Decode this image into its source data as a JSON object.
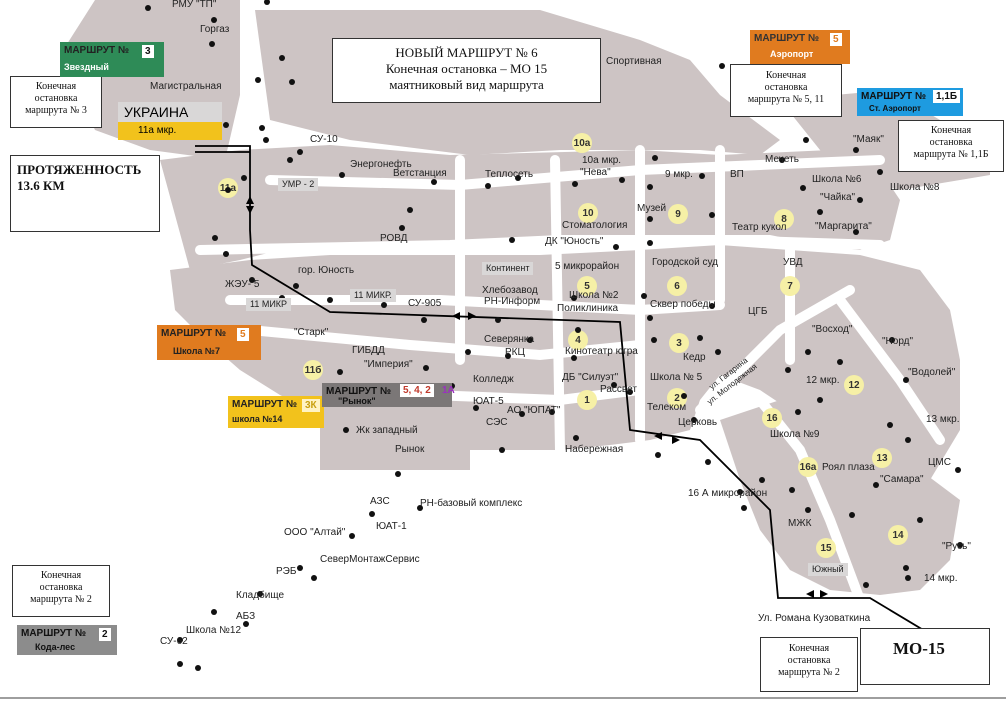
{
  "title_box": {
    "line1": "НОВЫЙ МАРШРУТ № 6",
    "line2": "Конечная остановка – МО 15",
    "line3": "маятниковый вид маршрута"
  },
  "length_box": {
    "line1": "ПРОТЯЖЕННОСТЬ",
    "line2": "13.6 КМ"
  },
  "terminal_notes": [
    {
      "l1": "Конечная",
      "l2": "остановка",
      "l3": "маршрута № 3"
    },
    {
      "l1": "Конечная",
      "l2": "остановка",
      "l3": "маршрута № 5, 11"
    },
    {
      "l1": "Конечная",
      "l2": "остановка",
      "l3": "маршрута № 1,1Б"
    },
    {
      "l1": "Конечная",
      "l2": "остановка",
      "l3": "маршрута № 2"
    },
    {
      "l1": "Конечная",
      "l2": "остановка",
      "l3": "маршрута № 2"
    }
  ],
  "mo15_label": "МО-15",
  "routes": [
    {
      "head": "МАРШРУТ №",
      "num": "3",
      "sub": "Звездный",
      "color": "#2e8b57"
    },
    {
      "head": "МАРШРУТ №",
      "num": "5",
      "sub": "Аэропорт",
      "color": "#e07b1f"
    },
    {
      "head": "МАРШРУТ №",
      "num": "1,1Б",
      "sub": "Ст. Аэропорт",
      "color": "#1e9be0"
    },
    {
      "head": "МАРШРУТ №",
      "num": "5",
      "sub": "Школа №7",
      "color": "#e07b1f"
    },
    {
      "head": "МАРШРУТ №",
      "num": "3К",
      "sub": "школа №14",
      "color": "#f2c21c"
    },
    {
      "head": "МАРШРУТ №",
      "num": "5, 4, 2",
      "sub": "\"Рынок\"",
      "color": "#7b7777"
    },
    {
      "head": "МАРШРУТ №",
      "num": "2",
      "sub": "Кода-лес",
      "color": "#8c8c8c"
    }
  ],
  "route_extra_1A": "1А",
  "ukraina": {
    "title": "УКРАИНА",
    "sub": "11а мкр."
  },
  "districts": [
    "10а",
    "10",
    "9",
    "8",
    "7",
    "6",
    "5",
    "4",
    "3",
    "2",
    "1",
    "11а",
    "11б",
    "12",
    "13",
    "14",
    "15",
    "16",
    "16а"
  ],
  "street_labels": [
    "РМУ \"ТП\"",
    "Горгаз",
    "Магистральная",
    "СУ-10",
    "Энергонефть",
    "Ветстанция",
    "Теплосеть",
    "\"Нева\"",
    "Спортивная",
    "10а мкр.",
    "9 мкр.",
    "ВП",
    "Мечеть",
    "\"Маяк\"",
    "Школа №6",
    "Школа №8",
    "\"Чайка\"",
    "Музей",
    "Стоматология",
    "ДК \"Юность\"",
    "РОВД",
    "Театр кукол",
    "\"Маргарита\"",
    "УВД",
    "гор. Юность",
    "Континент",
    "5 микрорайон",
    "Городской суд",
    "ЖЭУ- 5",
    "11 МИКР",
    "11 МИКР.",
    "Хлебозавод",
    "РН-Информ",
    "СУ-905",
    "Школа №2",
    "Поликлиника",
    "Сквер победы",
    "ЦГБ",
    "\"Восход\"",
    "\"Норд\"",
    "\"Старк\"",
    "ГИБДД",
    "\"Империя\"",
    "Северянка",
    "РКЦ",
    "Кинотеатр югра",
    "Кедр",
    "\"Водолей\"",
    "12 мкр.",
    "Колледж",
    "ДБ \"Силуэт\"",
    "Школа № 5",
    "Рассвет",
    "ЮАТ-5",
    "АО \"ЮПАТ\"",
    "СЭС",
    "Телеком",
    "Церковь",
    "Школа №9",
    "13 мкр.",
    "ЦМС",
    "Рынок",
    "Жк западный",
    "Набережная",
    "Роял плаза",
    "\"Самара\"",
    "16 А микрорайон",
    "МЖК",
    "Южный",
    "\"Русь\"",
    "14 мкр.",
    "АЗС",
    "РН-базовый комплекс",
    "ООО \"Алтай\"",
    "ЮАТ-1",
    "СеверМонтажСервис",
    "РЭБ",
    "Кладбище",
    "АБЗ",
    "Школа №12",
    "СУ-62",
    "Ул. Романа Кузоваткина",
    "ул. Гагарина",
    "ул. Молодежная",
    "УМР - 2"
  ]
}
